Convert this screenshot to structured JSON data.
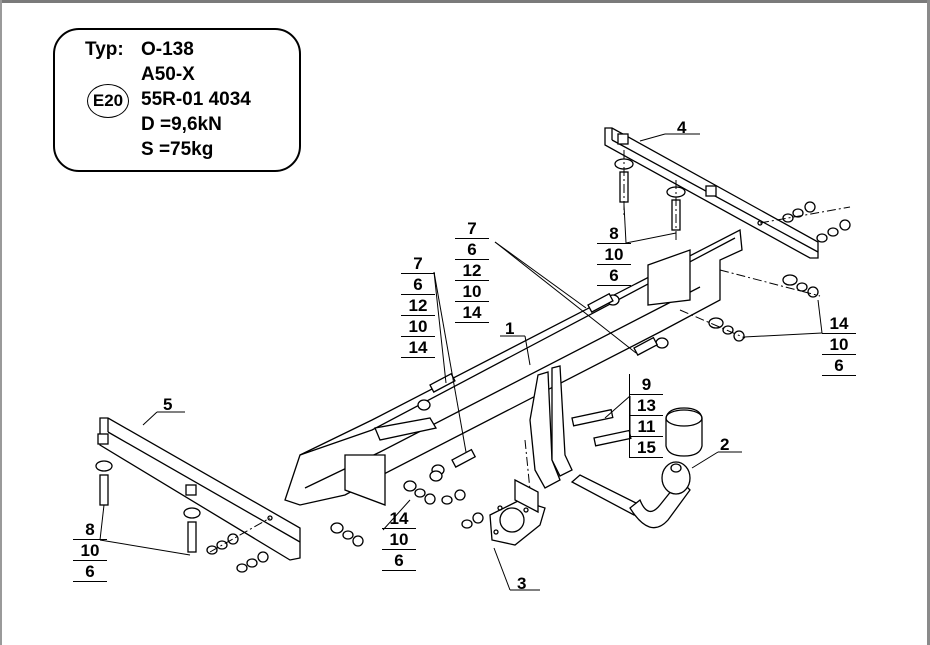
{
  "spec": {
    "typ_label": "Typ:",
    "model": "O-138",
    "variant": "A50-X",
    "approval_badge": "E20",
    "approval_number": "55R-01 4034",
    "d_value": "D =9,6kN",
    "s_value": "S =75kg"
  },
  "parts": {
    "p1": "1",
    "p2": "2",
    "p3": "3",
    "p4": "4",
    "p5": "5"
  },
  "stacks": {
    "center_left": [
      "7",
      "6",
      "12",
      "10",
      "14"
    ],
    "center_mid": [
      "7",
      "6",
      "12",
      "10",
      "14"
    ],
    "top_right": [
      "8",
      "10",
      "6"
    ],
    "right_side": [
      "14",
      "10",
      "6"
    ],
    "ball_bolts": [
      "9",
      "13",
      "11",
      "15"
    ],
    "bottom_mid": [
      "14",
      "10",
      "6"
    ],
    "bottom_left": [
      "8",
      "10",
      "6"
    ]
  },
  "colors": {
    "line": "#000000",
    "frame": "#7a7a7a",
    "background": "#ffffff"
  }
}
